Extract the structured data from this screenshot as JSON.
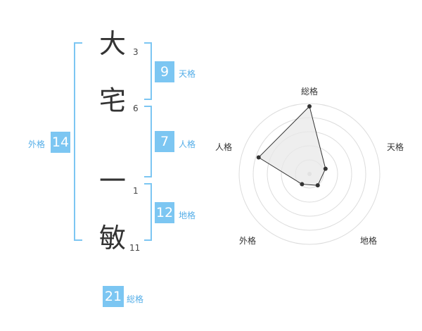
{
  "name": {
    "chars": [
      {
        "char": "大",
        "strokes": "3"
      },
      {
        "char": "宅",
        "strokes": "6"
      },
      {
        "char": "一",
        "strokes": "1"
      },
      {
        "char": "敏",
        "strokes": "11"
      }
    ]
  },
  "fortunes": {
    "tenkaku": {
      "value": "9",
      "label": "天格"
    },
    "jinkaku": {
      "value": "7",
      "label": "人格"
    },
    "chikaku": {
      "value": "12",
      "label": "地格"
    },
    "gaikaku": {
      "value": "14",
      "label": "外格"
    },
    "soukaku": {
      "value": "21",
      "label": "総格"
    }
  },
  "colors": {
    "accent": "#7cc6f2",
    "accent_text": "#55aee8"
  },
  "radar": {
    "axes": [
      "総格",
      "天格",
      "地格",
      "外格",
      "人格"
    ],
    "max": 5,
    "rings": 5,
    "values": [
      4.8,
      1.2,
      1.0,
      0.9,
      3.8
    ]
  }
}
